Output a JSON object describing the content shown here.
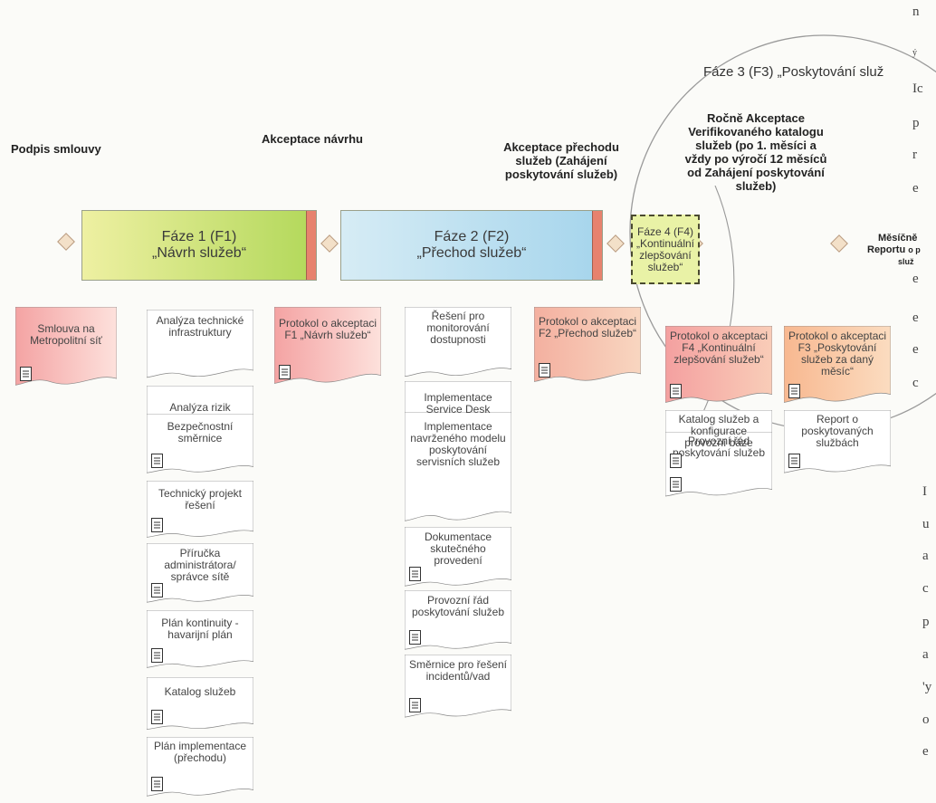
{
  "milestones": {
    "contract": "Podpis smlouvy",
    "design": "Akceptace návrhu",
    "transition": [
      "Akceptace přechodu",
      "služeb (Zahájení",
      "poskytování služeb)"
    ],
    "annual": [
      "Ročně Akceptace",
      "Verifikovaného katalogu",
      "služeb (po 1. měsíci a",
      "vždy po výročí 12 měsíců",
      "od Zahájení poskytování",
      "služeb)"
    ],
    "monthly": [
      "Měsíčně",
      "Reportu",
      "o p",
      "služ"
    ]
  },
  "phase3_label": "Fáze 3 (F3) „Poskytování služ",
  "phases": {
    "f1": [
      "Fáze 1 (F1)",
      "„Návrh služeb“"
    ],
    "f2": [
      "Fáze 2 (F2)",
      "„Přechod služeb“"
    ],
    "f4": [
      "Fáze 4 (F4)",
      "„Kontinuální",
      "zlepšování",
      "služeb“"
    ]
  },
  "documents": {
    "contract": "Smlouva na Metropolitní síť",
    "f1": [
      "Analýza technické infrastruktury",
      "Analýza rizik",
      "Bezpečnostní směrnice",
      "Technický projekt řešení",
      "Příručka administrátora/ správce sítě",
      "Plán kontinuity - havarijní plán",
      "Katalog služeb",
      "Plán implementace (přechodu)"
    ],
    "f1_protocol": "Protokol o akceptaci F1 „Návrh služeb“",
    "f2": [
      "Řešení pro monitorování dostupnosti",
      "Implementace Service Desk",
      "Implementace navrženého modelu poskytování servisních služeb",
      "Dokumentace skutečného provedení",
      "Provozní řád poskytování služeb",
      "Směrnice pro řešení incidentů/vad"
    ],
    "f2_protocol": "Protokol o akceptaci F2 „Přechod služeb“",
    "f4_protocol": "Protokol o akceptaci F4 „Kontinuální zlepšování služeb“",
    "f4": [
      "Katalog služeb a konfigurace provozní báze",
      "Provozní řád poskytování služeb"
    ],
    "f3_protocol": "Protokol o akceptaci F3 „Poskytování služeb za daný měsíc“",
    "f3": [
      "Report o poskytovaných službách"
    ]
  },
  "page_edge_text": [
    "n",
    "ý",
    "Ic",
    "p",
    "r",
    "e",
    "e",
    "e",
    "e",
    "c",
    "I",
    "u",
    "a",
    "c",
    "p",
    "a",
    "'y",
    "o",
    "e"
  ],
  "colors": {
    "f1_gradient": [
      "#dfe98a",
      "#a8d050"
    ],
    "f2_gradient": [
      "#cfe7f3",
      "#a3d3ea"
    ],
    "f4_fill": "#e9f2a6",
    "protocol_pink": "#f29a9a",
    "protocol_orange": "#f7c59a",
    "accent_bar": "#e7826e"
  }
}
